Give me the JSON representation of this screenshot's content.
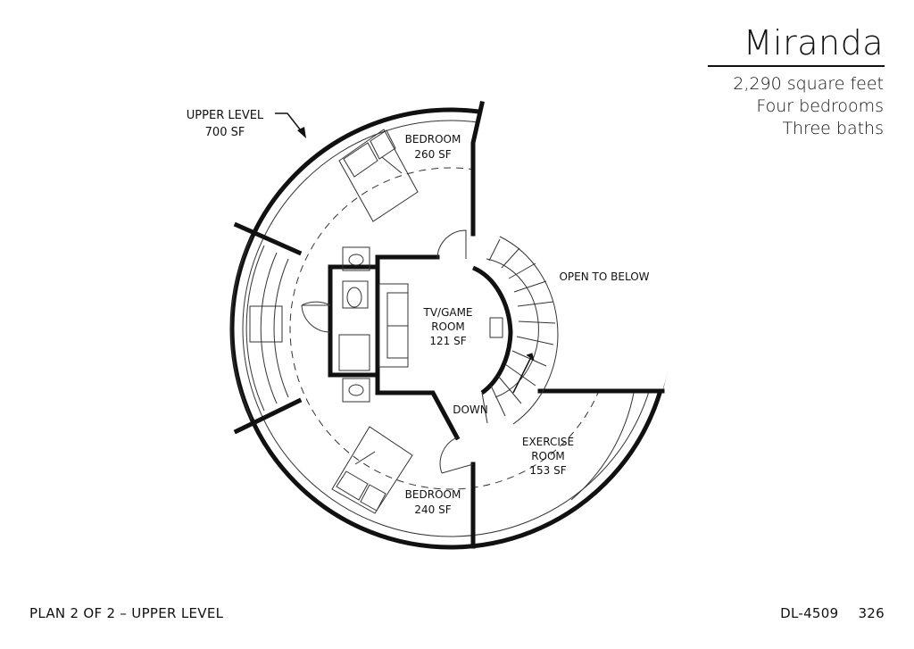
{
  "plan_name": "Miranda",
  "specs": {
    "area": "2,290 square feet",
    "bedrooms": "Four bedrooms",
    "baths": "Three baths"
  },
  "level_callout": {
    "line1": "UPPER LEVEL",
    "line2": "700 SF"
  },
  "rooms": {
    "bedroom_top": {
      "name": "BEDROOM",
      "area": "260 SF"
    },
    "bedroom_bottom": {
      "name": "BEDROOM",
      "area": "240 SF"
    },
    "tv_room": {
      "line1": "TV/GAME",
      "line2": "ROOM",
      "area": "121 SF"
    },
    "open_to_below": "OPEN TO BELOW",
    "exercise_room": {
      "line1": "EXERCISE",
      "line2": "ROOM",
      "area": "153 SF"
    },
    "stair_label": "DOWN"
  },
  "footer": {
    "plan_label": "PLAN 2 OF 2 – UPPER LEVEL",
    "plan_code": "DL-4509",
    "page_number": "326"
  }
}
